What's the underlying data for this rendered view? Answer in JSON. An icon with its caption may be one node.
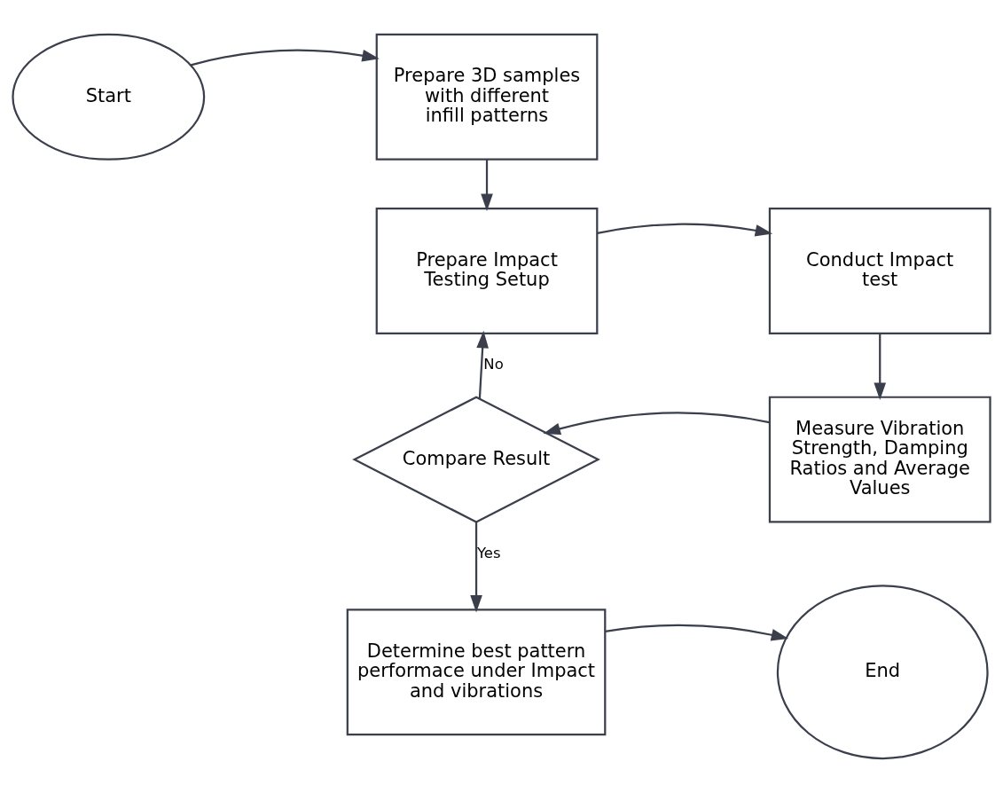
{
  "diagram": {
    "nodes": [
      {
        "text": [
          "Start"
        ]
      },
      {
        "text": [
          "Prepare 3D samples with different infill patterns"
        ]
      },
      {
        "text": [
          "Prepare Impact Testing Setup"
        ]
      },
      {
        "text": [
          "Conduct Impact test"
        ]
      },
      {
        "text": [
          "Measure Vibration Strength, Damping Ratios and Average Values"
        ]
      },
      {
        "text": [
          "Compare Result"
        ]
      },
      {
        "text": [
          "Determine best pattern performace under Impact and vibrations"
        ]
      },
      {
        "text": [
          "End"
        ]
      }
    ],
    "edges": [
      {
        "from": 0,
        "to": 1,
        "arrow": "to"
      },
      {
        "from": 1,
        "to": 2,
        "arrow": "to"
      },
      {
        "from": 2,
        "to": 3,
        "arrow": "to"
      },
      {
        "from": 3,
        "to": 4,
        "arrow": "to"
      },
      {
        "from": 4,
        "to": 5,
        "arrow": "to"
      },
      {
        "from": 5,
        "to": 2,
        "arrow": "to",
        "label": "No"
      },
      {
        "from": 5,
        "to": 6,
        "arrow": "to",
        "label": "Yes"
      },
      {
        "from": 6,
        "to": 7,
        "arrow": "to"
      }
    ]
  }
}
